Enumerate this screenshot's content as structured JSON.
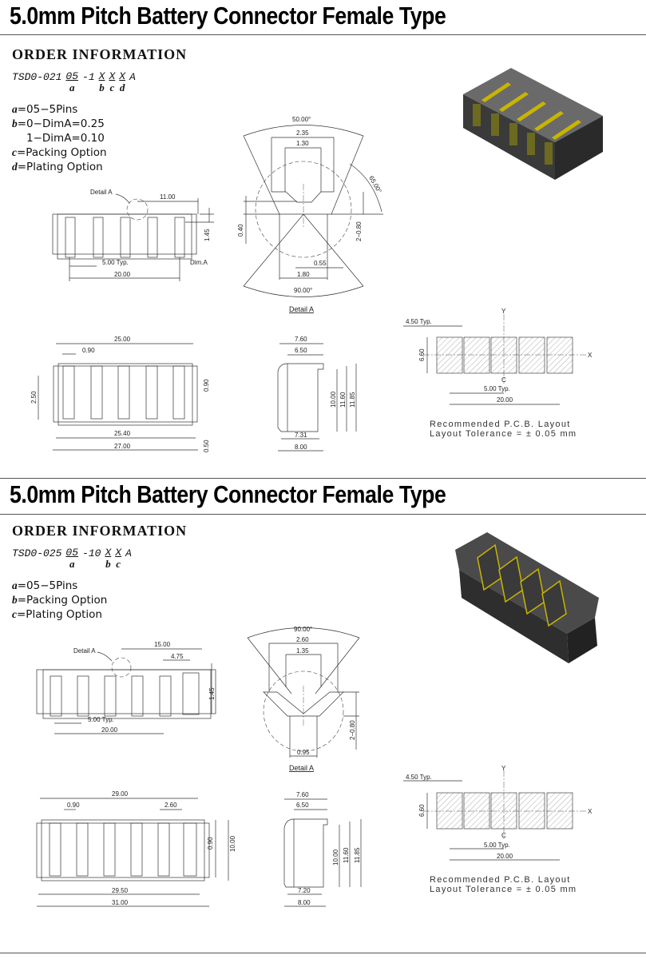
{
  "sections": [
    {
      "title": "5.0mm Pitch Battery Connector Female Type",
      "order_heading": "ORDER INFORMATION",
      "code": {
        "prefix": "TSD0-021",
        "a": {
          "top": "05",
          "bottom": "a"
        },
        "mid": "-1",
        "b": {
          "top": "X",
          "bottom": "b"
        },
        "c": {
          "top": "X",
          "bottom": "c"
        },
        "d": {
          "top": "X",
          "bottom": "d"
        },
        "suffix": "A"
      },
      "legend": [
        {
          "key": "a",
          "text": "=05−5Pins"
        },
        {
          "key": "b",
          "text": "=0−DimA=0.25"
        },
        {
          "key": "",
          "text": "1−DimA=0.10"
        },
        {
          "key": "c",
          "text": "=Packing Option"
        },
        {
          "key": "d",
          "text": "=Plating Option"
        }
      ],
      "front": {
        "detail": "Detail A",
        "d1": "11.00",
        "h": "1.45",
        "pitch": "5.00 Typ.",
        "dima": "Dim.A",
        "total": "20.00"
      },
      "detail": {
        "ang1": "50.00°",
        "w1": "2.35",
        "w2": "1.30",
        "ang2": "65.00°",
        "h1": "0.40",
        "h2": "2−0.80",
        "w3": "0.55",
        "w4": "1.80",
        "ang3": "90.00°",
        "label": "Detail A"
      },
      "bottom": {
        "len": "25.00",
        "gap": "0.90",
        "h": "2.50",
        "rh": "0.90",
        "w1": "25.40",
        "w2": "27.00",
        "bh": "0.50"
      },
      "side": {
        "w1": "7.60",
        "w2": "6.50",
        "h1": "10.00",
        "h2": "11.60",
        "h3": "11.85",
        "b1": "7.31",
        "b2": "8.00"
      },
      "pcb": {
        "pad": "4.50 Typ.",
        "y": "Y",
        "x": "X",
        "h": "6.60",
        "cl": "C",
        "pitch": "5.00 Typ.",
        "total": "20.00",
        "rec": "Recommended  P.C.B.  Layout",
        "tol": "Layout  Tolerance  =  ±  0.05  mm"
      }
    },
    {
      "title": "5.0mm Pitch Battery Connector Female Type",
      "order_heading": "ORDER INFORMATION",
      "code": {
        "prefix": "TSD0-025",
        "a": {
          "top": "05",
          "bottom": "a"
        },
        "mid": "-10",
        "b": {
          "top": "X",
          "bottom": "b"
        },
        "c": {
          "top": "X",
          "bottom": "c"
        },
        "suffix": "A"
      },
      "legend": [
        {
          "key": "a",
          "text": "=05−5Pins"
        },
        {
          "key": "b",
          "text": "=Packing Option"
        },
        {
          "key": "c",
          "text": "=Plating Option"
        }
      ],
      "front": {
        "detail": "Detail A",
        "d1": "15.00",
        "d2": "4.75",
        "h": "1.45",
        "pitch": "5.00 Typ.",
        "total": "20.00"
      },
      "detail": {
        "ang1": "90.00°",
        "w1": "2.60",
        "w2": "1.35",
        "h2": "2−0.80",
        "w3": "0.95",
        "label": "Detail A"
      },
      "bottom": {
        "len": "29.00",
        "gap": "0.90",
        "gap2": "2.60",
        "rh": "0.90",
        "rh2": "10.00",
        "w1": "29.50",
        "w2": "31.00"
      },
      "side": {
        "w1": "7.60",
        "w2": "6.50",
        "h1": "10.00",
        "h2": "11.60",
        "h3": "11.85",
        "b1": "7.20",
        "b2": "8.00"
      },
      "pcb": {
        "pad": "4.50 Typ.",
        "y": "Y",
        "x": "X",
        "h": "6.60",
        "cl": "C",
        "pitch": "5.00 Typ.",
        "total": "20.00",
        "rec": "Recommended  P.C.B.  Layout",
        "tol": "Layout  Tolerance  =  ±  0.05  mm"
      }
    }
  ],
  "colors": {
    "body": "#3a3a3a",
    "contact": "#c9b400"
  }
}
